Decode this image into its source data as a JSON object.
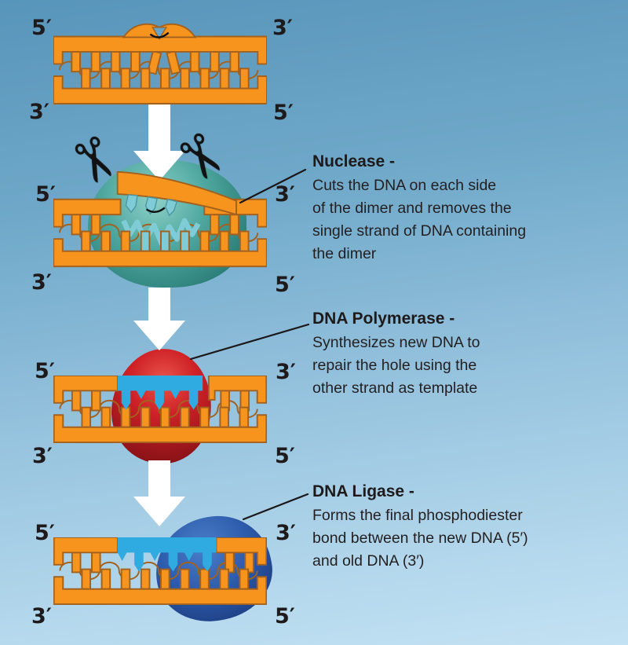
{
  "figure": {
    "title": "DNA excision repair diagram",
    "stages": [
      {
        "name": "damaged-dna-with-dimer",
        "tl": "5′",
        "tr": "3′",
        "bl": "3′",
        "br": "5′"
      },
      {
        "name": "nuclease-excision",
        "tl": "5′",
        "tr": "3′",
        "bl": "3′",
        "br": "5′"
      },
      {
        "name": "polymerase-synthesis",
        "tl": "5′",
        "tr": "3′",
        "bl": "3′",
        "br": "5′"
      },
      {
        "name": "ligase-sealing",
        "tl": "5′",
        "tr": "3′",
        "bl": "3′",
        "br": "5′"
      }
    ],
    "annotations": [
      {
        "title": "Nuclease -",
        "lines": [
          "Cuts the DNA on each side",
          "of the dimer and removes the",
          "single strand of DNA containing",
          "the dimer"
        ]
      },
      {
        "title": "DNA Polymerase -",
        "lines": [
          "Synthesizes new DNA to",
          "repair the hole using the",
          "other strand as template"
        ]
      },
      {
        "title": "DNA Ligase -",
        "lines": [
          "Forms the final phosphodiester",
          "bond between the new DNA (5′)",
          "and old DNA (3′)"
        ]
      }
    ],
    "icons": {
      "scissors": "✂"
    },
    "colors": {
      "background_top": "#5895BA",
      "background_bottom": "#C3E2F3",
      "dna_orange": "#F7941E",
      "dna_outline": "#A2611E",
      "damaged_strand_cyan": "#7FCBD6",
      "new_dna_blue": "#2FABE1",
      "nuclease_teal": "#3D968E",
      "polymerase_red": "#B01D20",
      "ligase_blue": "#2A55A4",
      "arrow_white": "#FFFFFF",
      "text": "#231F20"
    }
  }
}
